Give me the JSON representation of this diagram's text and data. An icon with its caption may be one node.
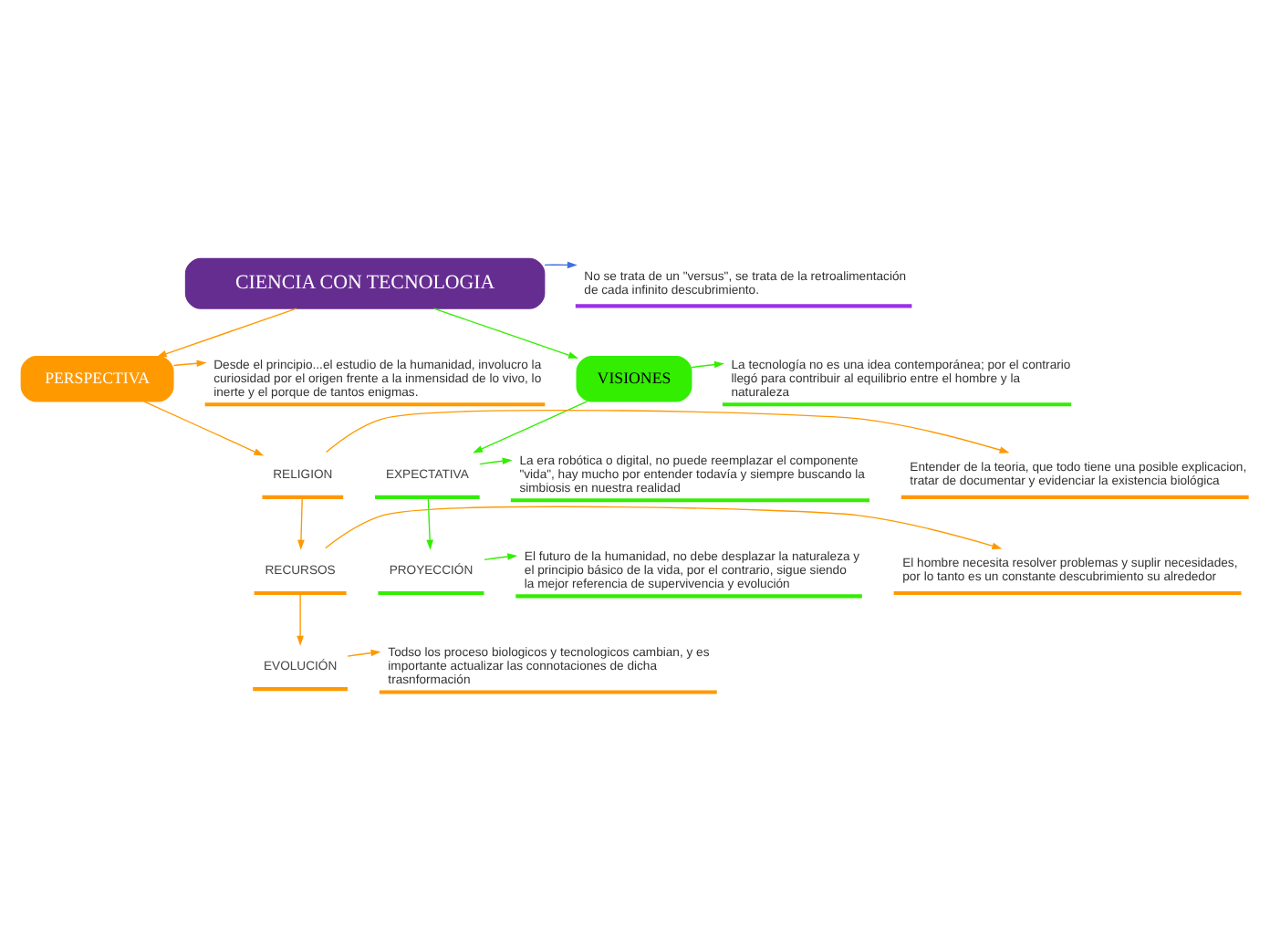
{
  "diagram": {
    "nodes": [
      {
        "text": [
          "CIENCIA CON TECNOLOGIA"
        ]
      },
      {
        "text": [
          "No se trata de un \"versus\", se trata de la retroalimentación de cada infinito descubrimiento."
        ]
      },
      {
        "text": [
          "PERSPECTIVA"
        ]
      },
      {
        "text": [
          "VISIONES"
        ]
      },
      {
        "text": [
          "Desde el principio...el estudio de la humanidad, involucro la curiosidad por el origen frente a la inmensidad de lo vivo, lo inerte y el porque de tantos enigmas."
        ]
      },
      {
        "text": [
          "La tecnología no es una idea contemporánea; por el contrario llegó para contribuir al equilibrio entre el hombre y la naturaleza"
        ]
      },
      {
        "text": [
          "RELIGION"
        ]
      },
      {
        "text": [
          "Entender de la teoria, que todo tiene una posible explicacion, tratar de documentar y evidenciar la existencia biológica"
        ]
      },
      {
        "text": [
          "EXPECTATIVA"
        ]
      },
      {
        "text": [
          "La era robótica o digital, no puede reemplazar el componente \"vida\", hay mucho por entender todavía y siempre buscando la simbiosis en nuestra realidad"
        ]
      },
      {
        "text": [
          "RECURSOS"
        ]
      },
      {
        "text": [
          "El hombre necesita resolver problemas y suplir necesidades, por lo tanto es un constante descubrimiento su alrededor"
        ]
      },
      {
        "text": [
          "PROYECCIÓN"
        ]
      },
      {
        "text": [
          "El futuro de la humanidad, no debe desplazar la naturaleza y el principio básico de la vida, por el contrario, sigue siendo la mejor referencia de supervivencia y evolución"
        ]
      },
      {
        "text": [
          "EVOLUCIÓN"
        ]
      },
      {
        "text": [
          "Todso los proceso biologicos y tecnologicos cambian, y es importante actualizar las connotaciones de dicha trasnformación"
        ]
      }
    ],
    "edges": [
      {
        "from": 0,
        "to": 1,
        "arrow": "to",
        "color": "#3f6fe0"
      },
      {
        "from": 0,
        "to": 2,
        "arrow": "to"
      },
      {
        "from": 0,
        "to": 3,
        "arrow": "to",
        "color": "#33ee00"
      },
      {
        "from": 2,
        "to": 4,
        "arrow": "to"
      },
      {
        "from": 3,
        "to": 5,
        "arrow": "to",
        "color": "#33ee00"
      },
      {
        "from": 2,
        "to": 6,
        "arrow": "to"
      },
      {
        "from": 6,
        "to": 7,
        "arrow": "to"
      },
      {
        "from": 3,
        "to": 8,
        "arrow": "to",
        "color": "#33ee00"
      },
      {
        "from": 8,
        "to": 9,
        "arrow": "to",
        "color": "#33ee00"
      },
      {
        "from": 6,
        "to": 10,
        "arrow": "to"
      },
      {
        "from": 10,
        "to": 11,
        "arrow": "to"
      },
      {
        "from": 8,
        "to": 12,
        "arrow": "to",
        "color": "#33ee00"
      },
      {
        "from": 12,
        "to": 13,
        "arrow": "to",
        "color": "#33ee00"
      },
      {
        "from": 10,
        "to": 14,
        "arrow": "to"
      },
      {
        "from": 14,
        "to": 15,
        "arrow": "to"
      }
    ]
  }
}
